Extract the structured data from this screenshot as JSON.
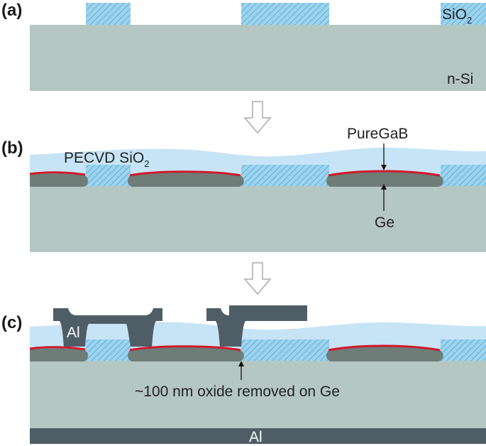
{
  "colors": {
    "silicon": "#b4c7c3",
    "silicon_border": "#a9bcb8",
    "oxide_hatch_bg": "#9fd3ec",
    "oxide_hatch_line": "#5bb3e0",
    "pecvd_oxide": "#c7e4f6",
    "germanium": "#6e7d77",
    "pure_gab": "#d0192c",
    "aluminum": "#4f5e66",
    "arrow_outline": "#aaaaaa"
  },
  "panels": {
    "a": {
      "label": "(a)",
      "oxide_label": "SiO",
      "oxide_sub": "2",
      "substrate_label": "n-Si"
    },
    "b": {
      "label": "(b)",
      "pecvd_label": "PECVD SiO",
      "pecvd_sub": "2",
      "puregab_label": "PureGaB",
      "ge_label": "Ge"
    },
    "c": {
      "label": "(c)",
      "al_top_label": "Al",
      "oxide_removed_label": "~100 nm oxide removed on Ge",
      "al_bottom_label": "Al"
    }
  },
  "process_arrows": [
    "down-arrow-1",
    "down-arrow-2"
  ]
}
